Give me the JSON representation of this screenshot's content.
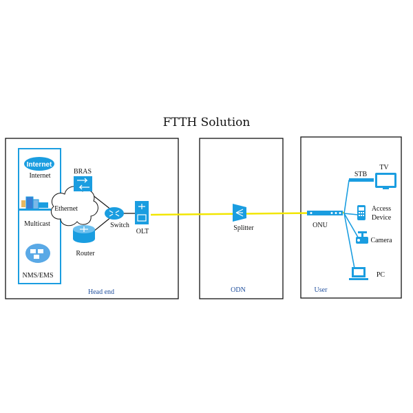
{
  "title": "FTTH Solution",
  "colors": {
    "accent": "#1a9de0",
    "fiber": "#f2e600",
    "section_label": "#1f4e9c",
    "box_border": "#111111"
  },
  "sections": {
    "head_end": "Head end",
    "odn": "ODN",
    "user": "User"
  },
  "nodes": {
    "internet_badge": "Internet",
    "internet": "Internet",
    "multicast": "Multicast",
    "nms": "NMS/EMS",
    "ethernet": "Ethernet",
    "bras": "BRAS",
    "router": "Router",
    "switch": "Switch",
    "olt": "OLT",
    "splitter": "Splitter",
    "onu": "ONU",
    "stb": "STB",
    "tv": "TV",
    "access_line1": "Access",
    "access_line2": "Device",
    "camera": "Camera",
    "pc": "PC"
  },
  "icons": [
    "cloud-icon",
    "server-icon",
    "monitor-icon",
    "bras-icon",
    "router-icon",
    "switch-icon",
    "olt-icon",
    "splitter-icon",
    "onu-icon",
    "stb-icon",
    "tv-icon",
    "phone-icon",
    "camera-icon",
    "pc-icon"
  ]
}
